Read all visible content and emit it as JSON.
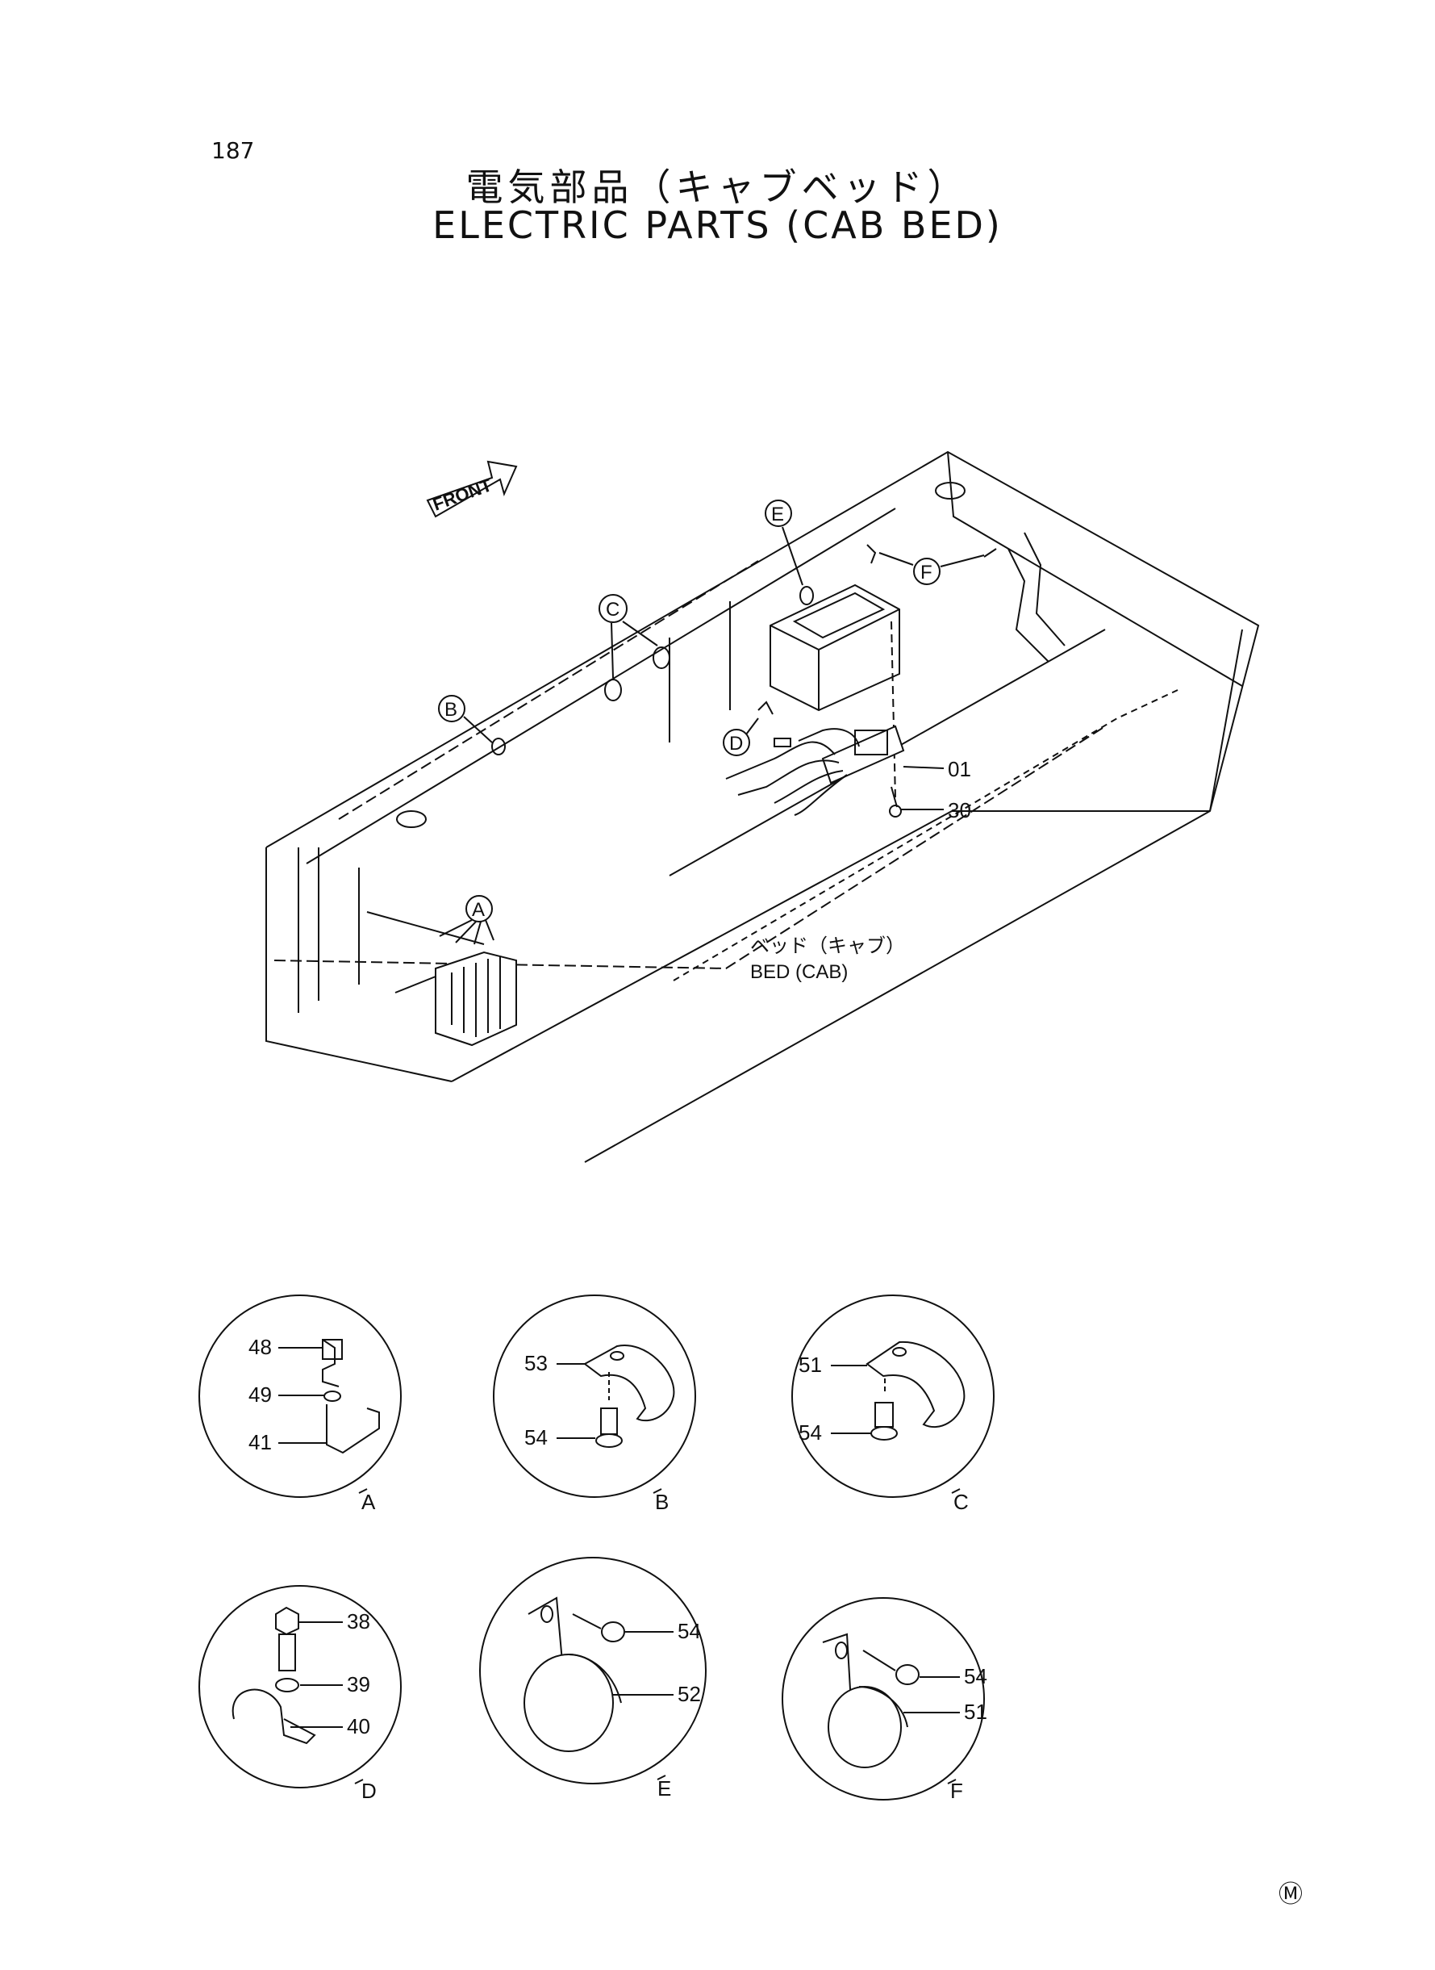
{
  "page_number": "187",
  "title_jp": "電気部品（キャブベッド）",
  "title_en": "ELECTRIC PARTS (CAB BED)",
  "front_label": "FRONT",
  "bed_label_jp": "ベッド（キャブ）",
  "bed_label_en": "BED (CAB)",
  "callouts": {
    "main_part": "01",
    "main_bolt": "30"
  },
  "locations": {
    "a": "A",
    "b": "B",
    "c": "C",
    "d": "D",
    "e": "E",
    "f": "F"
  },
  "details": {
    "A": {
      "label": "A",
      "parts": [
        "48",
        "49",
        "41"
      ]
    },
    "B": {
      "label": "B",
      "parts": [
        "53",
        "54"
      ]
    },
    "C": {
      "label": "C",
      "parts": [
        "51",
        "54"
      ]
    },
    "D": {
      "label": "D",
      "parts": [
        "38",
        "39",
        "40"
      ]
    },
    "E": {
      "label": "E",
      "parts": [
        "54",
        "52"
      ]
    },
    "F": {
      "label": "F",
      "parts": [
        "54",
        "51"
      ]
    }
  },
  "marker": "Ⓜ"
}
